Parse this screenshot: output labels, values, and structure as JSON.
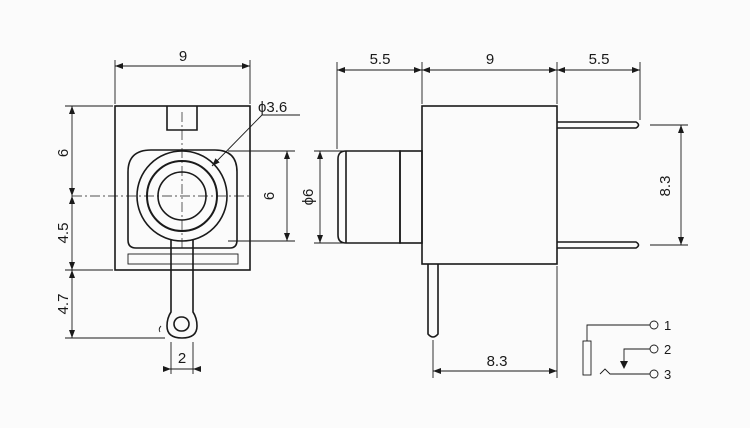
{
  "front_view": {
    "width": "9",
    "hole_diameter": "ϕ3.6",
    "top_height": "6",
    "middle_height": "4.5",
    "bottom_height": "4.7",
    "pin_width": "2",
    "ring_height": "6"
  },
  "side_view": {
    "left_length": "5.5",
    "body_length": "9",
    "right_length": "5.5",
    "barrel_diameter": "ϕ6",
    "pin_spacing": "8.3",
    "bottom_length": "8.3"
  },
  "schematic": {
    "pin1": "1",
    "pin2": "2",
    "pin3": "3"
  }
}
